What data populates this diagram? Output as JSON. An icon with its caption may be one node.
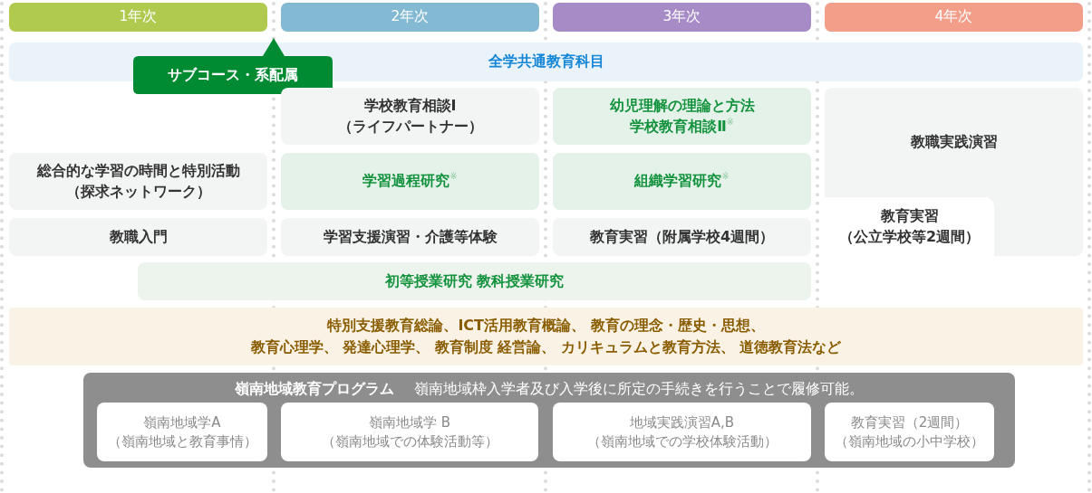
{
  "diagram": {
    "nodes": [
      {
        "text": [
          "1年次"
        ]
      },
      {
        "text": [
          "2年次"
        ]
      },
      {
        "text": [
          "3年次"
        ]
      },
      {
        "text": [
          "4年次"
        ]
      },
      {
        "text": [
          "全学共通教育科目"
        ]
      },
      {
        "text": [
          "サブコース・系配属"
        ]
      },
      {
        "text": [
          "学校教育相談Ⅰ（ライフパートナー）"
        ]
      },
      {
        "text": [
          "幼児理解の理論と方法",
          "学校教育相談Ⅱ$^{※}$"
        ]
      },
      {
        "text": [
          "教職実践演習"
        ]
      },
      {
        "text": [
          "総合的な学習の時間と特別活動（探求ネットワーク）"
        ]
      },
      {
        "text": [
          "学習過程研究$^{※}$"
        ]
      },
      {
        "text": [
          "組織学習研究$^{※}$"
        ]
      },
      {
        "text": [
          "教職入門"
        ]
      },
      {
        "text": [
          "学習支援演習・介護等体験"
        ]
      },
      {
        "text": [
          "教育実習（附属学校4週間）"
        ]
      },
      {
        "text": [
          "教育実習（公立学校等2週間）"
        ],
        "in": 8
      },
      {
        "text": [
          "初等授業研究 教科授業研究"
        ]
      },
      {
        "text": [
          "特別支援教育総論、ICT活用教育概論、 教育の理念・歴史・思想、",
          "教育心理学、 発達心理学、 教育制度 経営論、 カリキュラムと教育方法、 道徳教育法など"
        ]
      },
      {
        "text": [
          "嶺南地域教育プログラム",
          "嶺南地域枠入学者及び入学後に所定の手続きを行うことで履修可能。"
        ]
      },
      {
        "text": [
          "嶺南地域学A（嶺南地域と教育事情）"
        ],
        "in": 18
      },
      {
        "text": [
          "嶺南地域学 B（嶺南地域での体験活動等）"
        ],
        "in": 18
      },
      {
        "text": [
          "地域実践演習A,B（嶺南地域での学校体験活動）"
        ],
        "in": 18
      },
      {
        "text": [
          "教育実習（2週間）（嶺南地域の小中学校）"
        ],
        "in": 18
      }
    ]
  }
}
